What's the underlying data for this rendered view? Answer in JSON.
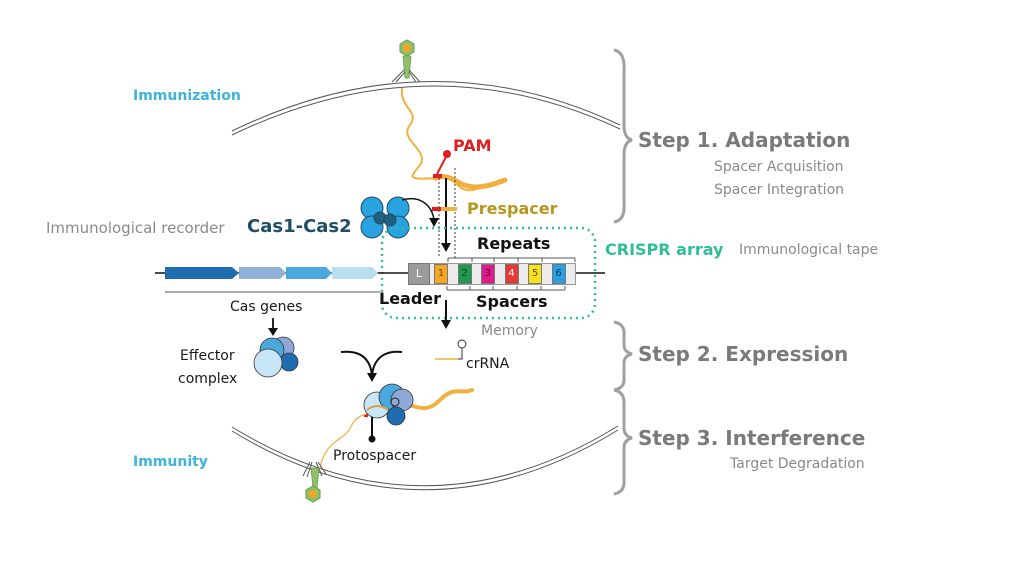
{
  "labels": {
    "immunization": "Immunization",
    "immunity": "Immunity",
    "immunological_recorder": "Immunological recorder",
    "cas1_cas2": "Cas1-Cas2",
    "pam": "PAM",
    "prespacer": "Prespacer",
    "repeats": "Repeats",
    "spacers": "Spacers",
    "leader": "Leader",
    "memory": "Memory",
    "crispr_array": "CRISPR array",
    "immunological_tape": "Immunological tape",
    "cas_genes": "Cas genes",
    "effector_complex_line1": "Effector",
    "effector_complex_line2": "complex",
    "crrna": "crRNA",
    "protospacer": "Protospacer"
  },
  "leader_box_label": "L",
  "spacers": [
    {
      "label": "1",
      "color": "#f5a623"
    },
    {
      "label": "2",
      "color": "#1e9a4a"
    },
    {
      "label": "3",
      "color": "#e0198c"
    },
    {
      "label": "4",
      "color": "#e53935"
    },
    {
      "label": "5",
      "color": "#f7e21b"
    },
    {
      "label": "6",
      "color": "#2aa0e0"
    }
  ],
  "steps": [
    {
      "title": "Step 1. Adaptation",
      "subtitles": [
        "Spacer Acquisition",
        "Spacer Integration"
      ]
    },
    {
      "title": "Step 2. Expression",
      "subtitles": []
    },
    {
      "title": "Step 3. Interference",
      "subtitles": [
        "Target Degradation"
      ]
    }
  ],
  "colors": {
    "cyan_label": "#3cb4dc",
    "crispr_teal": "#2ebf9a",
    "pam_red": "#e02020",
    "prespacer_gold": "#b8961e",
    "dna_orange": "#f0b040",
    "cas_dark": "#1f4e66"
  }
}
